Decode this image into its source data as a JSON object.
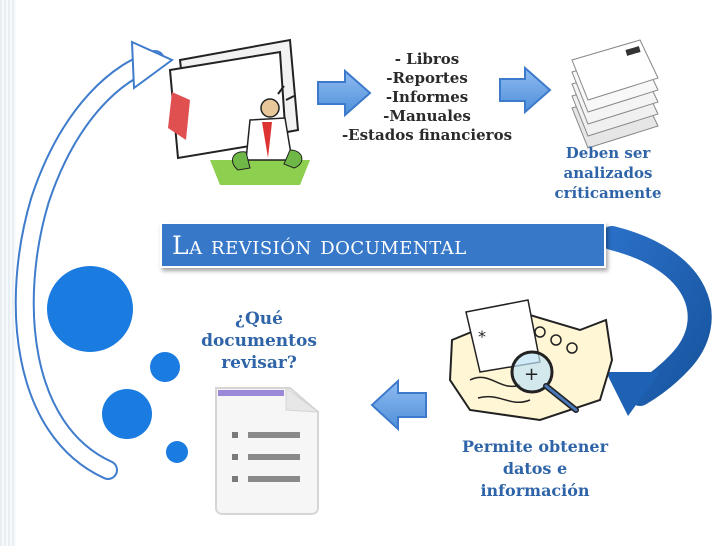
{
  "title": "La revisión documental",
  "document_types": [
    "- Libros",
    "-Reportes",
    "-Informes",
    "-Manuales",
    "-Estados financieros"
  ],
  "analysis_note": [
    "Deben ser",
    "analizados",
    "críticamente"
  ],
  "question": [
    "¿Qué",
    "documentos",
    "revisar?"
  ],
  "benefit": [
    "Permite obtener",
    "datos e",
    "información"
  ],
  "colors": {
    "accent_blue": "#3778c9",
    "dark_blue": "#1a7be0",
    "text_blue": "#2f65a8",
    "arrow_light": "#6fa3e6",
    "arrow_dark": "#3d7acb"
  },
  "icons": {
    "paperwork": "person-with-paperwork-icon",
    "stack": "paper-stack-icon",
    "search": "magnifier-on-documents-icon",
    "list": "document-list-icon"
  }
}
